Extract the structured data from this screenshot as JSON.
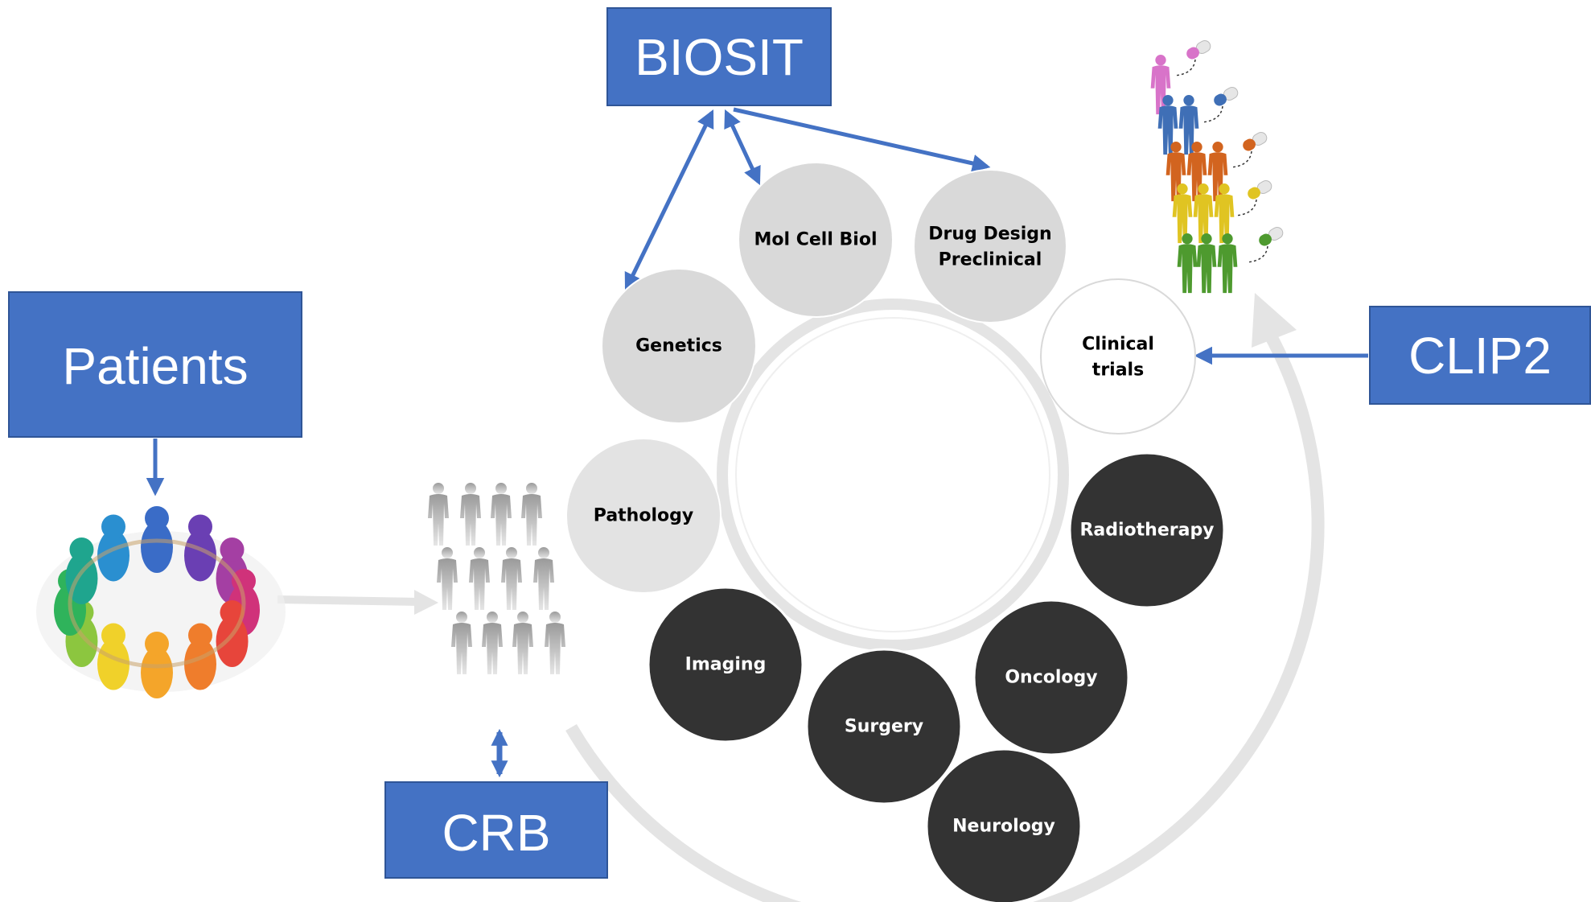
{
  "boxes": {
    "biosit": "BIOSIT",
    "patients": "Patients",
    "clip2": "CLIP2",
    "crb": "CRB"
  },
  "nodes": {
    "mol_cell_biol": "Mol Cell Biol",
    "drug_design": [
      "Drug Design",
      "Preclinical"
    ],
    "genetics": "Genetics",
    "clinical_trials": [
      "Clinical",
      "trials"
    ],
    "pathology": "Pathology",
    "radiotherapy": "Radiotherapy",
    "imaging": "Imaging",
    "oncology": "Oncology",
    "surgery": "Surgery",
    "neurology": "Neurology"
  },
  "colors": {
    "box_fill": "#4472C4",
    "box_border": "#2F5597",
    "arrow": "#4472C4",
    "light_node": "#D9D9D9",
    "white_node": "#FFFFFF",
    "dark_node": "#333333",
    "ring": "#E4E4E4"
  },
  "icons": [
    "people-circle-icon",
    "population-crowd-icon",
    "patients-pills-icon"
  ]
}
